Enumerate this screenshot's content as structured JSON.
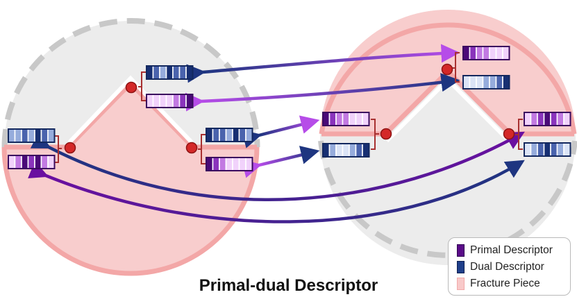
{
  "title": "Primal-dual Descriptor",
  "legend": {
    "primal": "Primal Descriptor",
    "dual": "Dual Descriptor",
    "fracture": "Fracture Piece"
  },
  "colors": {
    "fracture_fill": "#f8cdcd",
    "fracture_stroke": "#f3a7a7",
    "gray_fill": "#ececec",
    "gray_stroke": "#c8c8c8",
    "primal_dark": "#4a0a78",
    "primal_light": "#e4b6f4",
    "dual_dark": "#172f72",
    "dual_light": "#c4d0ec",
    "bracket": "#a83030",
    "keypoint": "#d42828"
  },
  "descriptors": [
    {
      "name": "left-upper-dual",
      "kind": "dual",
      "pattern": [
        3,
        2,
        1,
        3,
        2,
        2,
        3
      ]
    },
    {
      "name": "left-upper-primal",
      "kind": "primal",
      "pattern": [
        0,
        0,
        0,
        0,
        1,
        2,
        3
      ]
    },
    {
      "name": "left-mid-dual",
      "kind": "dual",
      "pattern": [
        3,
        2,
        2,
        1,
        3,
        2,
        1
      ]
    },
    {
      "name": "left-mid-primal",
      "kind": "primal",
      "pattern": [
        3,
        2,
        1,
        0,
        0,
        0,
        0
      ]
    },
    {
      "name": "left-edge-dual",
      "kind": "dual",
      "pattern": [
        1,
        1,
        2,
        1,
        3,
        2,
        1
      ]
    },
    {
      "name": "left-edge-primal",
      "kind": "primal",
      "pattern": [
        0,
        1,
        3,
        2,
        3,
        1,
        0
      ]
    },
    {
      "name": "right-top-primal",
      "kind": "primal",
      "pattern": [
        3,
        2,
        1,
        1,
        0,
        0,
        0
      ]
    },
    {
      "name": "right-top-dual",
      "kind": "dual",
      "pattern": [
        0,
        0,
        0,
        1,
        1,
        2,
        3
      ]
    },
    {
      "name": "right-mid-primal",
      "kind": "primal",
      "pattern": [
        3,
        2,
        1,
        1,
        0,
        0,
        0
      ]
    },
    {
      "name": "right-mid-dual",
      "kind": "dual",
      "pattern": [
        3,
        1,
        0,
        0,
        1,
        2,
        3
      ]
    },
    {
      "name": "right-edge-primal",
      "kind": "primal",
      "pattern": [
        0,
        1,
        2,
        3,
        2,
        1,
        0
      ]
    },
    {
      "name": "right-edge-dual",
      "kind": "dual",
      "pattern": [
        0,
        1,
        2,
        3,
        2,
        1,
        0
      ]
    }
  ]
}
